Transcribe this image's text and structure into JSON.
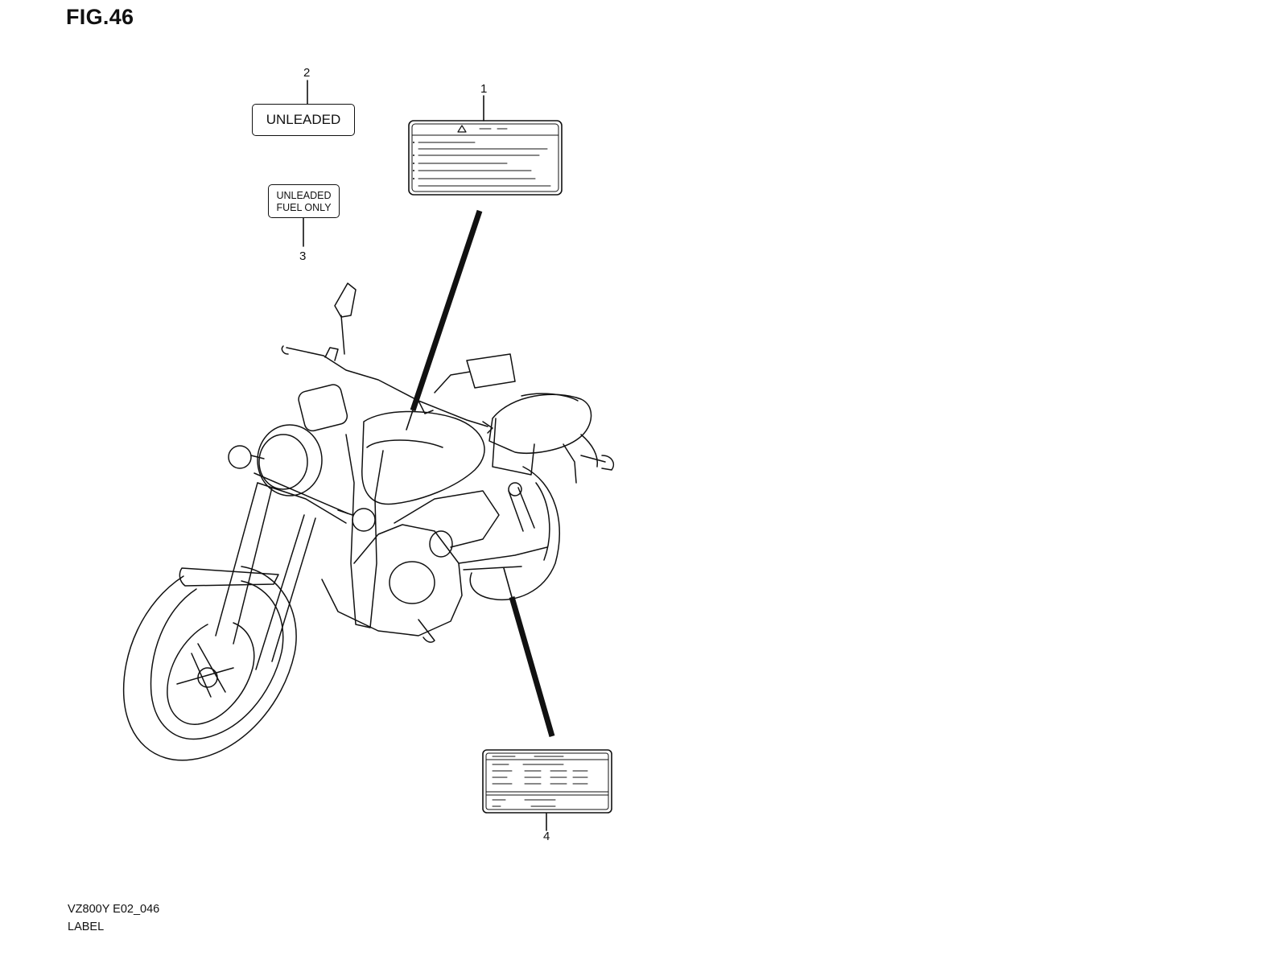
{
  "figure": {
    "title": "FIG.46"
  },
  "callouts": [
    {
      "number": "1"
    },
    {
      "number": "2"
    },
    {
      "number": "3"
    },
    {
      "number": "4"
    }
  ],
  "labels": {
    "unleaded": "UNLEADED",
    "unleaded_fuel_only": [
      "UNLEADED",
      "FUEL ONLY"
    ]
  },
  "footer": {
    "model_code": "VZ800Y E02_046",
    "section": "LABEL"
  }
}
